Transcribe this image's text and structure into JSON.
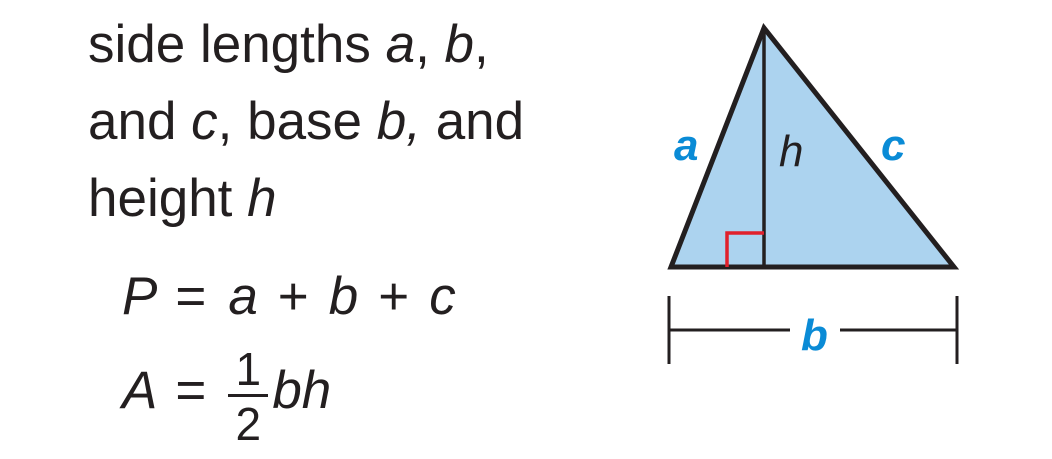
{
  "description": {
    "line1": {
      "prefix": "side lengths ",
      "a": "a",
      "sep1": ", ",
      "b": "b",
      "sep2": ","
    },
    "line2": {
      "prefix": "and ",
      "c": "c",
      "mid": ", base ",
      "b": "b,",
      "suffix": " and"
    },
    "line3": {
      "prefix": "height ",
      "h": "h"
    }
  },
  "perimeter_formula": {
    "lhs": "P",
    "eq": "=",
    "t1": "a",
    "plus1": "+",
    "t2": "b",
    "plus2": "+",
    "t3": "c"
  },
  "area_formula": {
    "lhs": "A",
    "eq": "=",
    "numerator": "1",
    "denominator": "2",
    "rhs": "bh"
  },
  "diagram": {
    "label_a": "a",
    "label_b": "b",
    "label_c": "c",
    "label_h": "h",
    "colors": {
      "fill": "#acd3ef",
      "stroke": "#231f20",
      "label_blue": "#0a8bd6",
      "right_angle": "#e0202c"
    }
  }
}
